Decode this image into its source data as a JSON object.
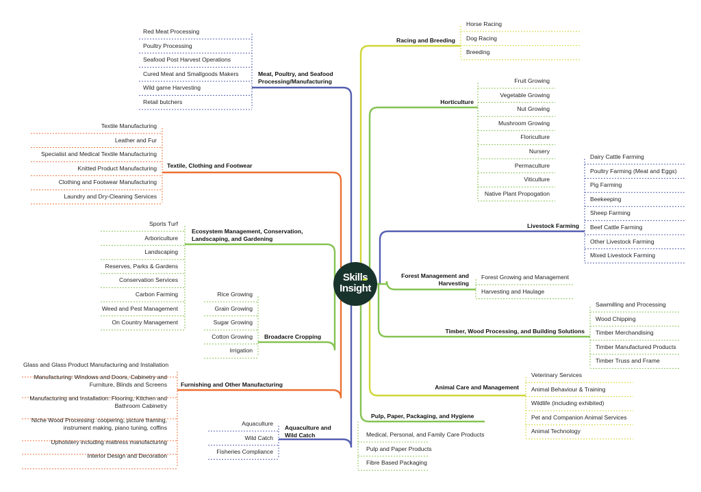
{
  "logo": {
    "line1": "Skills",
    "line2": "Insight"
  },
  "colors": {
    "blue": "#545fb0",
    "orange": "#ec7031",
    "green": "#84c250",
    "yellow": "#cfd636",
    "logo_bg": "#18332b"
  },
  "branches": [
    {
      "id": "meat",
      "color": "blue",
      "title": "Meat, Poultry, and Seafood Processing/Manufacturing",
      "items": [
        "Red Meat Processing",
        "Poultry Processing",
        "Seafood Post Harvest Operations",
        "Cured Meat and Smallgoods Makers",
        "Wild game Harvesting",
        "Retail butchers"
      ]
    },
    {
      "id": "textile",
      "color": "orange",
      "title": "Textile, Clothing and Footwear",
      "items": [
        "Textile Manufacturing",
        "Leather and Fur",
        "Specialist and Medical Textile Manufacturing",
        "Knitted Product Manufacturing",
        "Clothing and Footwear Manufacturing",
        "Laundry and Dry-Cleaning Services"
      ]
    },
    {
      "id": "ecosystem",
      "color": "green",
      "title": "Ecosystem Management, Conservation, Landscaping, and Gardening",
      "items": [
        "Sports Turf",
        "Arboriculture",
        "Landscaping",
        "Reserves, Parks & Gardens",
        "Conservation Services",
        "Carbon Farming",
        "Weed and Pest Management",
        "On Country Management"
      ]
    },
    {
      "id": "broadacre",
      "color": "green",
      "title": "Broadacre Cropping",
      "items": [
        "Rice Growing",
        "Grain Growing",
        "Sugar Growing",
        "Cotton Growing",
        "Irrigation"
      ]
    },
    {
      "id": "furnishing",
      "color": "orange",
      "title": "Furnishing and Other Manufacturing",
      "items": [
        "Glass and Glass Product Manufacturing and Installation",
        "Manufacturing: Windows and Doors, Cabinetry and Furniture, Blinds and Screens",
        "Manufacturing and Installation: Flooring, Kitchen and Bathroom Cabinetry",
        "Niche Wood Processing: coopering, picture framing, instrument making, piano tuning, coffins",
        "Upholstery including mattress manufacturing",
        "Interior Design and Decoration"
      ]
    },
    {
      "id": "aquaculture",
      "color": "blue",
      "title": "Aquaculture and Wild Catch",
      "items": [
        "Aquaculture",
        "Wild Catch",
        "Fisheries Compliance"
      ]
    },
    {
      "id": "racing",
      "color": "yellow",
      "title": "Racing and Breeding",
      "items": [
        "Horse Racing",
        "Dog Racing",
        "Breeding"
      ]
    },
    {
      "id": "horticulture",
      "color": "green",
      "title": "Horticulture",
      "items": [
        "Fruit Growing",
        "Vegetable Growing",
        "Nut Growing",
        "Mushroom Growing",
        "Floriculture",
        "Nursery",
        "Permaculture",
        "Viticulture",
        "Native Plant Propogation"
      ]
    },
    {
      "id": "livestock",
      "color": "blue",
      "title": "Livestock Farming",
      "items": [
        "Dairy Cattle Farming",
        "Poultry Farming (Meat and Eggs)",
        "Pig Farming",
        "Beekeeping",
        "Sheep Farming",
        "Beef Cattle Farming",
        "Other Livestock Farming",
        "Mixed Livestock Farming"
      ]
    },
    {
      "id": "forest",
      "color": "green",
      "title": "Forest Management and Harvesting",
      "items": [
        "Forest Growing and Management",
        "Harvesting and Haulage"
      ]
    },
    {
      "id": "timber",
      "color": "green",
      "title": "Timber, Wood Processing, and Building Solutions",
      "items": [
        "Sawmilling and Processing",
        "Wood Chipping",
        "Timber Merchandising",
        "Timber Manufactured Products",
        "Timber Truss and Frame"
      ]
    },
    {
      "id": "animal",
      "color": "yellow",
      "title": "Animal Care and Management",
      "items": [
        "Veterinary Services",
        "Animal Behaviour & Training",
        "Wildlife (including exhibited)",
        "Pet and Companion Animal Services",
        "Animal Technology"
      ]
    },
    {
      "id": "pulp",
      "color": "green",
      "title": "Pulp, Paper, Packaging, and Hygiene",
      "items": [
        "Medical, Personal, and Family Care Products",
        "Pulp and Paper Products",
        "Fibre Based Packaging"
      ]
    }
  ]
}
